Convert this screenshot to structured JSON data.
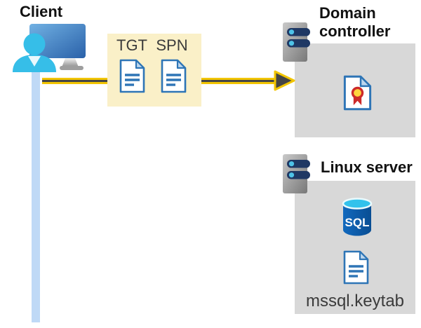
{
  "client": {
    "label": "Client"
  },
  "tickets": {
    "tgt_label": "TGT",
    "spn_label": "SPN"
  },
  "domain_controller": {
    "label": "Domain controller"
  },
  "linux_server": {
    "label": "Linux server",
    "sql_label": "SQL",
    "keytab_label": "mssql.keytab"
  },
  "icons": {
    "client": "monitor-user-icon",
    "ticket": "document-icon",
    "server": "server-icon",
    "certificate": "certificate-icon",
    "database": "sql-database-icon",
    "arrow": "arrow-right-icon"
  },
  "colors": {
    "highlight_box": "#FAF0C8",
    "arrow_yellow": "#F2C500",
    "arrow_dark": "#454545",
    "group_box": "#D8D8D8",
    "doc_blue": "#2E75B6",
    "doc_fold": "#BDD7EE",
    "line_blue": "#BFD9F6",
    "person_cyan": "#36BEE8",
    "bar_navy": "#1F3864",
    "dot_cyan": "#4EC3E8",
    "cert_red": "#CC2A2A",
    "cert_gold": "#FFD53E",
    "sql_top": "#32C2EC",
    "text_dark": "#3B3B3B"
  }
}
